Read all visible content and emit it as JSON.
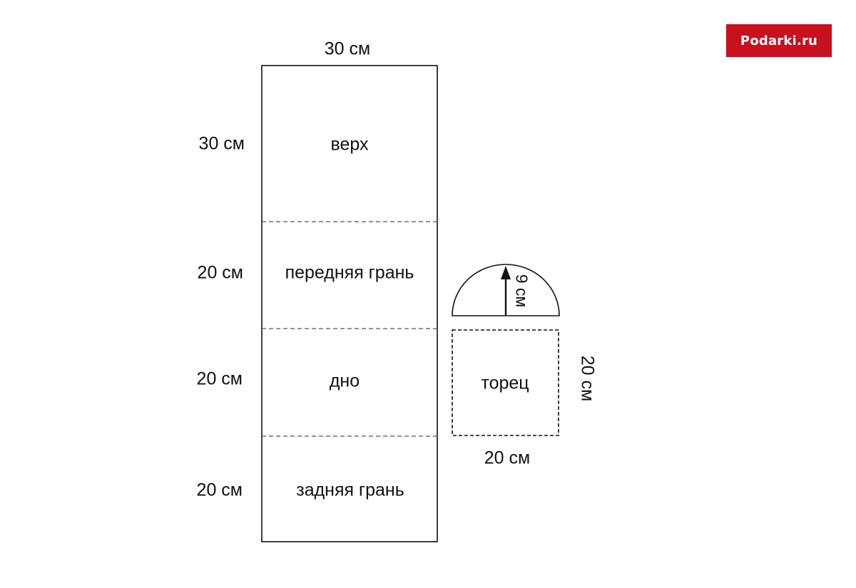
{
  "brand": {
    "logo_text": "Podarki.ru",
    "logo_color": "#c8101f",
    "logo_text_color": "#ffffff"
  },
  "main_strip": {
    "width_label": "30 см",
    "sections": [
      {
        "name": "верх",
        "height_label": "30 см"
      },
      {
        "name": "передняя грань",
        "height_label": "20 см"
      },
      {
        "name": "дно",
        "height_label": "20 см"
      },
      {
        "name": "задняя грань",
        "height_label": "20 см"
      }
    ]
  },
  "end_piece": {
    "name": "торец",
    "width_label": "20 см",
    "height_label": "20 см",
    "radius_label": "9 см"
  },
  "colors": {
    "line": "#111111",
    "fold_line": "#555555",
    "background": "#ffffff"
  }
}
